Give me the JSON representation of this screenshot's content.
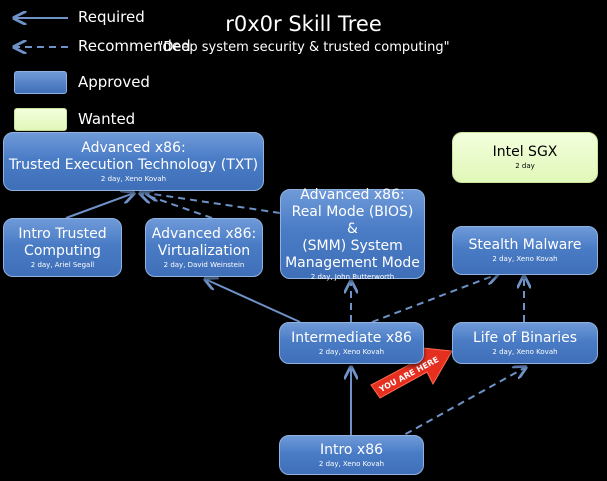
{
  "title": "r0x0r Skill Tree",
  "subtitle": "\"Deep system security & trusted computing\"",
  "legend": {
    "required": "Required",
    "recommended": "Recommended",
    "approved": "Approved",
    "wanted": "Wanted"
  },
  "colors": {
    "approved": "#4a7cc6",
    "wanted": "#e6f9c4",
    "arrow": "#6f93c9",
    "you_are_here": "#e53020"
  },
  "nodes": {
    "txt": {
      "title": "Advanced x86:\nTrusted Execution Technology (TXT)",
      "sub": "2 day, Xeno Kovah"
    },
    "sgx": {
      "title": "Intel SGX",
      "sub": "2 day"
    },
    "itc": {
      "title": "Intro Trusted\nComputing",
      "sub": "2 day, Ariel Segall"
    },
    "virt": {
      "title": "Advanced x86:\nVirtualization",
      "sub": "2 day, David Weinstein"
    },
    "bios": {
      "title": "Advanced x86:\nReal Mode (BIOS) &\n(SMM) System\nManagement Mode",
      "sub": "2 day, John Butterworth"
    },
    "stealth": {
      "title": "Stealth Malware",
      "sub": "2 day, Xeno Kovah"
    },
    "inter": {
      "title": "Intermediate x86",
      "sub": "2 day, Xeno Kovah"
    },
    "lob": {
      "title": "Life of Binaries",
      "sub": "2 day, Xeno Kovah"
    },
    "intro": {
      "title": "Intro x86",
      "sub": "2 day, Xeno Kovah"
    }
  },
  "you_are_here": "YOU ARE HERE"
}
